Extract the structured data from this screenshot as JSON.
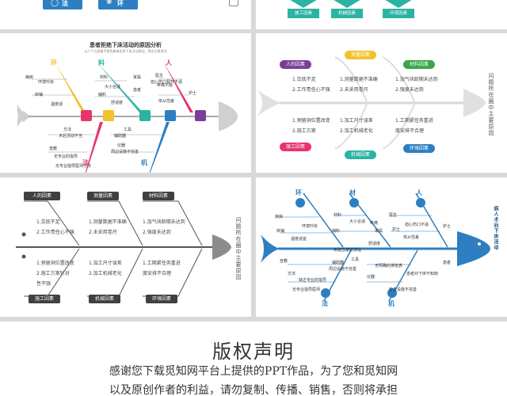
{
  "slide1": {
    "buttons": [
      "法",
      "环"
    ],
    "tags": [
      "施工因素",
      "机械因素",
      "环境因素"
    ]
  },
  "slide2": {
    "title": "患者拒绝下床活动的原因分析",
    "subtitle": "从六个方面着手查找患者拒绝下床活动原因，得出主要原因",
    "cat_top": [
      "环",
      "料",
      "人"
    ],
    "cat_bottom": [
      "法",
      "机"
    ],
    "labels": [
      "病房",
      "环境吵杂",
      "床铺",
      "温度适",
      "材料",
      "大小合适",
      "辅料",
      "家属",
      "舒适度",
      "患者",
      "担心伤口裂开不适",
      "医生",
      "护士",
      "疼痛不能",
      "依从性差",
      "方法",
      "术后活动不当",
      "宣教",
      "无专业的指导",
      "工具",
      "辅助器",
      "仪器",
      "周边设施不完善",
      "无专业指导医师方法"
    ]
  },
  "slide3": {
    "tags": [
      "人的因素",
      "测量因素",
      "材料因素",
      "施工因素",
      "机械因素",
      "环境因素"
    ],
    "texts_top": [
      "1.交底不足\n2.工作责任心不强",
      "1.测量数据不准确\n2.未采用卷尺",
      "1.加气块龄期未达到\n2.强度未达到"
    ],
    "texts_bottom": [
      "1.预留洞位置改变\n2.施工方案",
      "1.加工尺寸误差\n2.加工机械老化",
      "1.工期紧任务重进\n度安排不合理"
    ],
    "head": "问题所在圈中主要原因"
  },
  "slide4": {
    "tags": [
      "人的因素",
      "测量因素",
      "材料因素",
      "施工因素",
      "机械因素",
      "环境因素"
    ],
    "texts_top": [
      "1.交底不足\n2.工作责任心不强",
      "1.测量数据不准确\n2.未采用卷尺",
      "1.加气块龄期未达到\n2.强度未达到"
    ],
    "texts_bottom": [
      "1.预留洞位置改变\n2.施工方案针对\n性不强",
      "1.加工尺寸误差\n2.加工机械老化",
      "1.工期紧任务重进\n度安排不合理"
    ],
    "head": "问题所在圈中主要原因"
  },
  "slide5": {
    "cats": [
      "环",
      "材",
      "人",
      "法",
      "机"
    ],
    "head": "病人术后下床活动",
    "labels": [
      "病房",
      "环境吵杂",
      "床铺",
      "温度适宜",
      "材料",
      "大小合适",
      "辅料",
      "家属",
      "医生",
      "护士",
      "依从性差",
      "疼痛",
      "担心伤口不适",
      "舒适度",
      "护士",
      "患者",
      "患者对下床不知晓",
      "方法",
      "宣教",
      "工具",
      "仪器",
      "无专业指导医师",
      "辅助器",
      "检查设施不完善",
      "周边设施不完善",
      "无明确的排班表",
      "缺乏专业的指导",
      "未建立康复流程"
    ]
  },
  "copyright": {
    "title": "版权声明",
    "line1": "感谢您下载觅知网平台上提供的PPT作品，为了您和觅知网",
    "line2": "以及原创作者的利益，请勿复制、传播、销售，否则将承担"
  },
  "colors": {
    "red": "#e8336b",
    "yellow": "#f2c12e",
    "teal": "#2bb3a3",
    "purple": "#7b3f98",
    "blue": "#2d7fc1",
    "green": "#3aa64a",
    "orange": "#f39a1e",
    "navy": "#1f4e79",
    "gray": "#7f7f7f",
    "dark": "#404040"
  }
}
